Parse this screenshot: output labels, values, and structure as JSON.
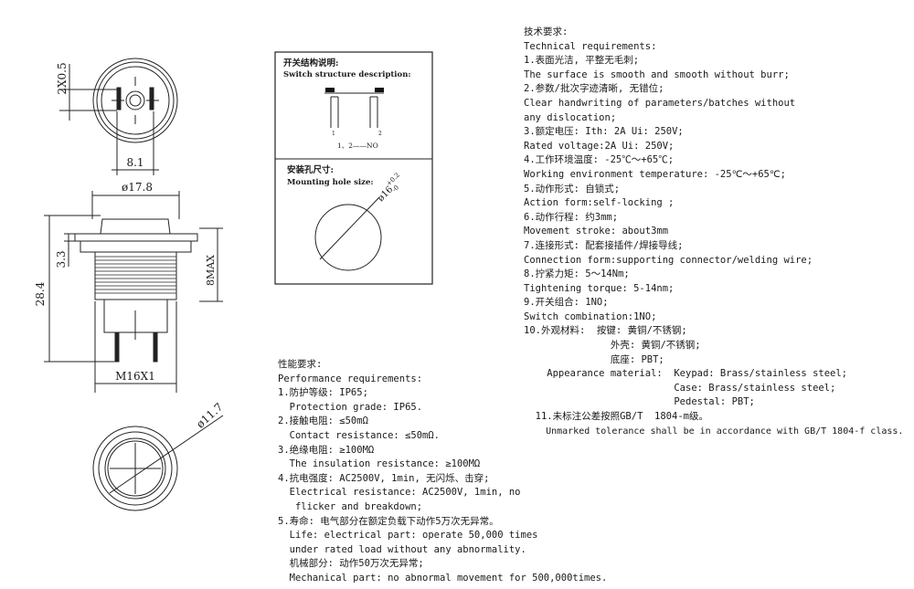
{
  "drawing": {
    "dims": {
      "pin_offset": "2X0.5",
      "pin_span": "8.1",
      "outer_dia": "ø17.8",
      "flange": "3.3",
      "total_len": "28.4",
      "max_len": "8MAX",
      "thread": "M16X1",
      "button_dia": "ø11.7"
    }
  },
  "structure_box": {
    "title_cn": "开关结构说明:",
    "title_en": "Switch structure description:",
    "pin1": "1",
    "pin2": "2",
    "pin_note": "1、2——NO"
  },
  "mount_box": {
    "title_cn": "安装孔尺寸:",
    "title_en": "Mounting hole size:",
    "hole_dim": "ø16",
    "tol_upper": "+0.2",
    "tol_lower": "-0"
  },
  "technical": {
    "lines": [
      "技术要求:",
      "Technical requirements:",
      "1.表面光洁, 平整无毛刺;",
      "   The surface is smooth and smooth without burr;",
      "2.参数/批次字迹清晰, 无错位;",
      "   Clear handwriting of parameters/batches without",
      "   any dislocation;",
      "3.额定电压: Ith: 2A   Ui: 250V;",
      "   Rated voltage:2A   Ui: 250V;",
      "4.工作环境温度: -25℃～+65℃;",
      "   Working environment temperature: -25℃～+65℃;",
      "5.动作形式: 自锁式;",
      "   Action form:self-locking ;",
      "6.动作行程: 约3mm;",
      "   Movement stroke: about3mm",
      "7.连接形式: 配套接插件/焊接导线;",
      "   Connection form:supporting connector/welding wire;",
      "8.拧紧力矩: 5～14Nm;",
      "   Tightening torque: 5-14nm;",
      "9.开关组合: 1NO;",
      "   Switch combination:1NO;",
      "10.外观材料:  按键: 黄铜/不锈钢;",
      "               外壳: 黄铜/不锈钢;",
      "               底座: PBT;",
      "    Appearance material:  Keypad: Brass/stainless steel;",
      "                          Case: Brass/stainless steel;",
      "                          Pedestal: PBT;",
      "  11.未标注公差按照GB/T  1804-m级。",
      "    Unmarked tolerance shall be in accordance with GB/T 1804-f class."
    ]
  },
  "performance": {
    "lines": [
      "性能要求:",
      "Performance requirements:",
      "1.防护等级: IP65;",
      "  Protection grade: IP65.",
      "2.接触电阻: ≤50mΩ",
      "  Contact resistance: ≤50mΩ.",
      "3.绝缘电阻: ≥100MΩ",
      "  The insulation resistance: ≥100MΩ",
      "4.抗电强度: AC2500V, 1min, 无闪烁、击穿;",
      "  Electrical resistance: AC2500V, 1min, no",
      "   flicker and breakdown;",
      "5.寿命: 电气部分在额定负载下动作5万次无异常。",
      "  Life: electrical part: operate 50,000 times",
      "  under rated load without any abnormality.",
      "  机械部分: 动作50万次无异常;",
      "  Mechanical part: no abnormal movement for 500,000times."
    ]
  }
}
